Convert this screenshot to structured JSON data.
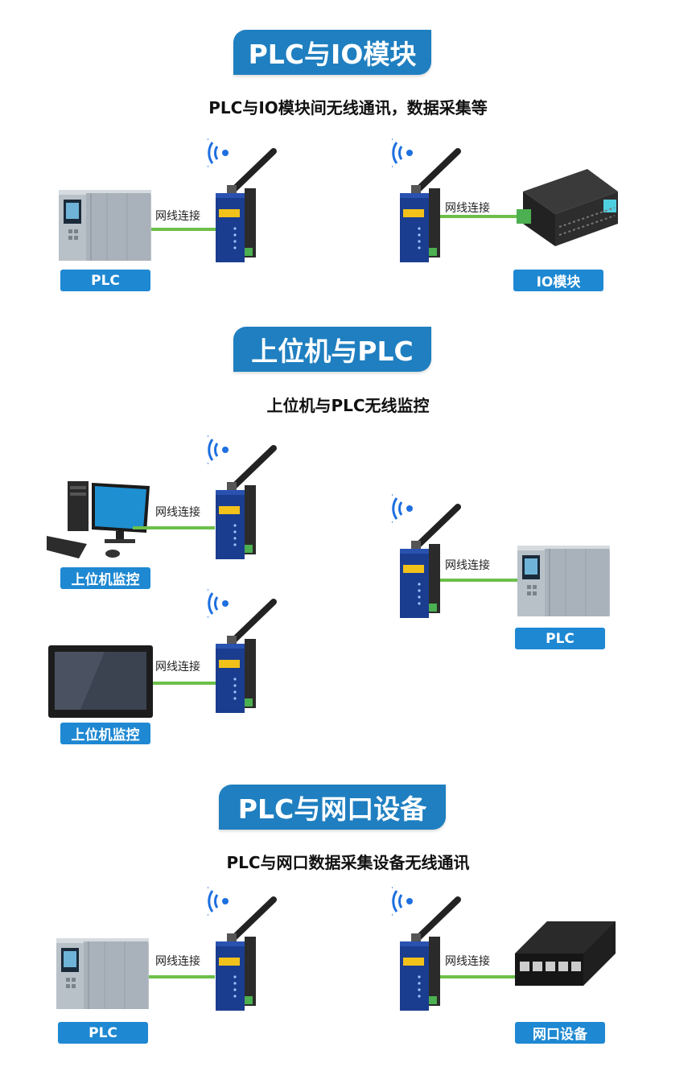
{
  "sections": [
    {
      "title": "PLC与IO模块",
      "subtitle": "PLC与IO模块间无线通讯，数据采集等",
      "links": [
        "网线连接",
        "网线连接"
      ],
      "labels": [
        "PLC",
        "IO模块"
      ]
    },
    {
      "title": "上位机与PLC",
      "subtitle": "上位机与PLC无线监控",
      "links": [
        "网线连接",
        "网线连接",
        "网线连接"
      ],
      "labels": [
        "上位机监控",
        "上位机监控",
        "PLC"
      ]
    },
    {
      "title": "PLC与网口设备",
      "subtitle": "PLC与网口数据采集设备无线通讯",
      "links": [
        "网线连接",
        "网线连接"
      ],
      "labels": [
        "PLC",
        "网口设备"
      ]
    }
  ],
  "colors": {
    "banner": "#1f7fc0",
    "label": "#1e88d2",
    "cable": "#6cc04a",
    "router": "#1b3d8f"
  },
  "icons": [
    "router-icon",
    "wifi-signal-icon",
    "plc-icon",
    "io-module-icon",
    "desktop-pc-icon",
    "hmi-panel-icon",
    "network-switch-icon"
  ]
}
